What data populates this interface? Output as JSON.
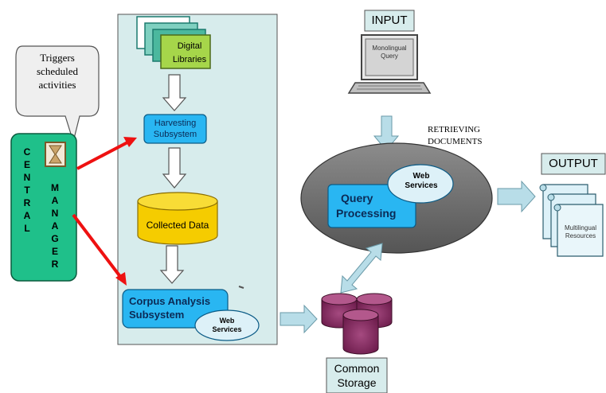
{
  "bubble": {
    "line1": "Triggers",
    "line2": "scheduled",
    "line3": "activities"
  },
  "central_manager": {
    "left_letters": [
      "C",
      "E",
      "N",
      "T",
      "R",
      "A",
      "L"
    ],
    "right_letters": [
      "M",
      "A",
      "N",
      "A",
      "G",
      "E",
      "R"
    ]
  },
  "digital_libraries": {
    "line1": "Digital",
    "line2": "Libraries"
  },
  "harvesting": {
    "line1": "Harvesting",
    "line2": "Subsystem"
  },
  "collected_data": {
    "label": "Collected Data"
  },
  "corpus_analysis": {
    "line1": "Corpus Analysis",
    "line2": "Subsystem"
  },
  "corpus_web_services": {
    "line1": "Web",
    "line2": "Services"
  },
  "input": {
    "label": "INPUT",
    "screen_line1": "Monolingual",
    "screen_line2": "Query"
  },
  "retrieving": {
    "line1": "RETRIEVING",
    "line2": "DOCUMENTS"
  },
  "query_processing": {
    "line1": "Query",
    "line2": "Processing"
  },
  "query_web_services": {
    "line1": "Web",
    "line2": "Services"
  },
  "output": {
    "label": "OUTPUT",
    "doc_line1": "Multilingual",
    "doc_line2": "Resources"
  },
  "common_storage": {
    "line1": "Common",
    "line2": "Storage"
  },
  "colors": {
    "panel": "#d7ecec",
    "manager": "#1fc08a",
    "subsystem": "#29b6f2",
    "database_yellow": "#f5cc00",
    "storage": "#8b2f66",
    "arrow_red": "#ee1111",
    "arrow_light": "#b8dde8",
    "dl_green": "#a6d64a"
  }
}
